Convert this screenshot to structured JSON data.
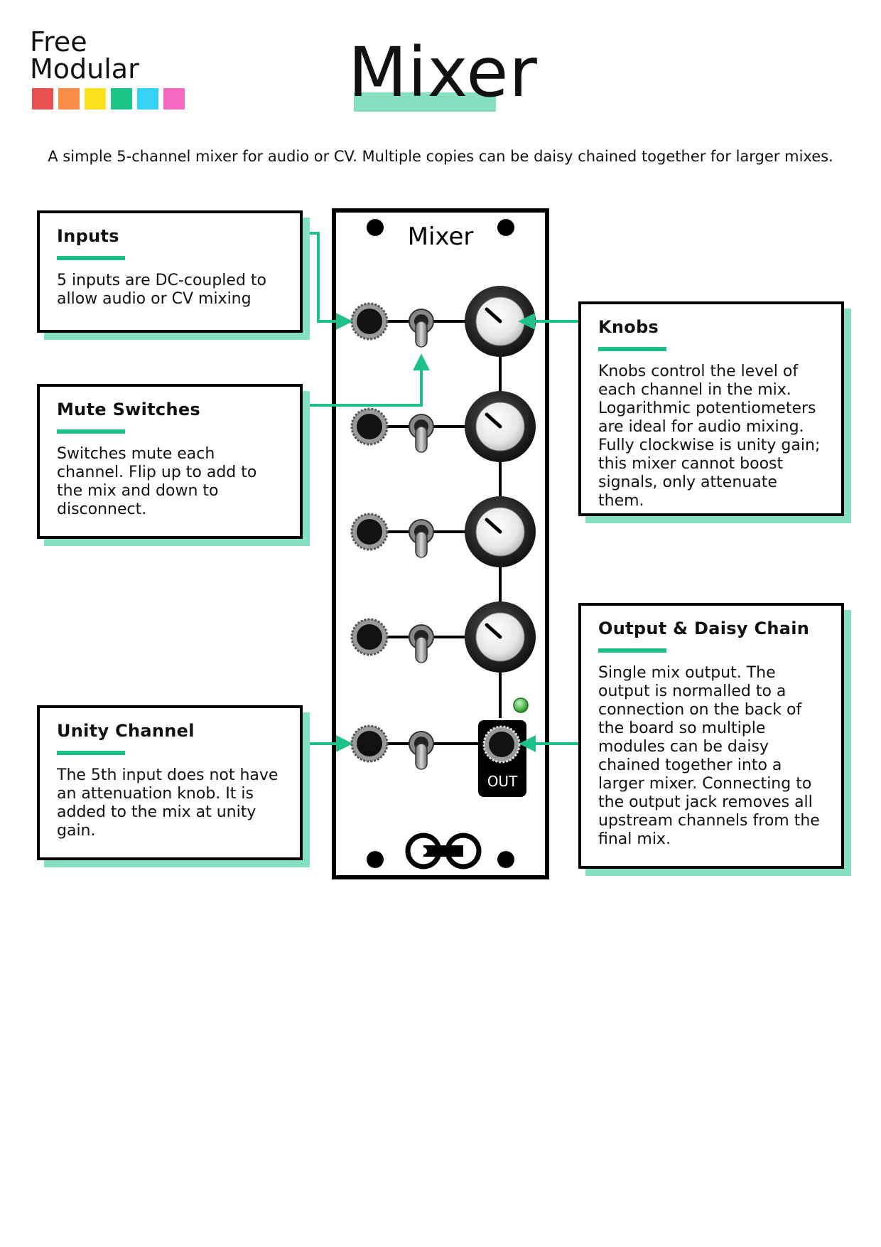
{
  "brand": {
    "line1": "Free",
    "line2": "Modular",
    "swatch_colors": [
      "#e84f4f",
      "#fa8c47",
      "#fae31e",
      "#1dc488",
      "#34d2f7",
      "#f36ac0"
    ]
  },
  "title": "Mixer",
  "subtitle": "A simple 5-channel mixer for audio or CV. Multiple copies can be daisy chained together for larger mixes.",
  "panel": {
    "label": "Mixer",
    "out_label": "OUT"
  },
  "cards": {
    "inputs": {
      "title": "Inputs",
      "body": "5 inputs are DC-coupled to allow audio or CV mixing"
    },
    "mute": {
      "title": "Mute Switches",
      "body": "Switches mute each channel. Flip up to add to the mix and down to disconnect."
    },
    "unity": {
      "title": "Unity Channel",
      "body": "The 5th input does not have an attenuation knob. It is added to the mix at unity gain."
    },
    "knobs": {
      "title": "Knobs",
      "body": "Knobs control the level of each channel in the mix. Logarithmic potentiometers are ideal for audio mixing. Fully clockwise is unity gain; this mixer cannot boost signals, only attenuate them."
    },
    "output": {
      "title": "Output & Daisy Chain",
      "body": "Single mix output. The output is normalled to a connection on the back of the board so multiple modules can be daisy chained together into a larger mixer. Connecting to the output jack removes all upstream channels from the final mix."
    }
  },
  "colors": {
    "accent": "#1dbf8a",
    "shadow": "#86e0c0",
    "led": "#3fbf3f"
  }
}
